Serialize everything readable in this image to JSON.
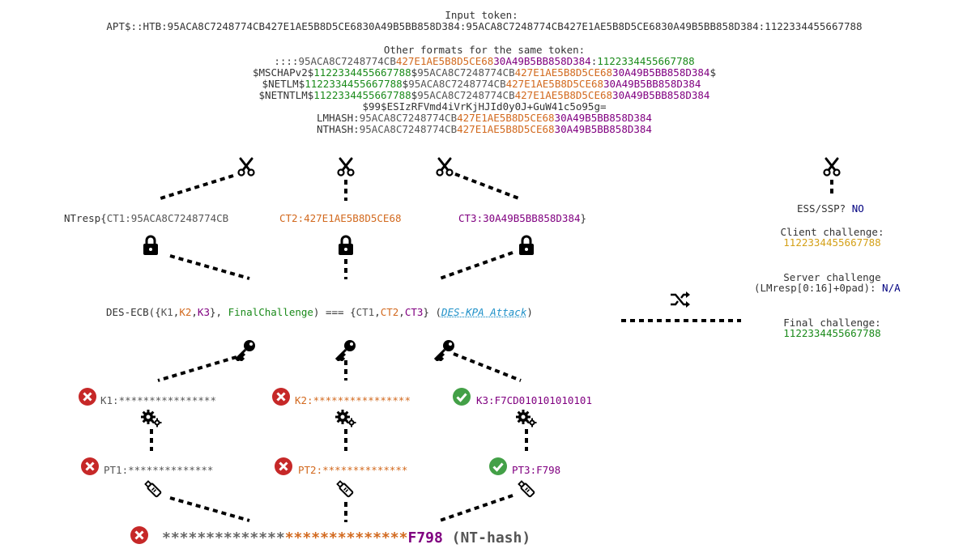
{
  "input": {
    "heading": "Input token:",
    "token": "APT$::HTB:95ACA8C7248774CB427E1AE5B8D5CE6830A49B5BB858D384:95ACA8C7248774CB427E1AE5B8D5CE6830A49B5BB858D384:1122334455667788"
  },
  "formats": {
    "heading": "Other formats for the same token:",
    "line1": {
      "prefix": "::::",
      "p1": "95ACA8C7248774CB",
      "p2": "427E1AE5B8D5CE68",
      "p3": "30A49B5BB858D384",
      "sep": ":",
      "chal": "1122334455667788"
    },
    "line2": {
      "prefix": "$MSCHAPv2$",
      "chal": "1122334455667788",
      "sep": "$",
      "p1": "95ACA8C7248774CB",
      "p2": "427E1AE5B8D5CE68",
      "p3": "30A49B5BB858D384",
      "suffix": "$"
    },
    "line3": {
      "prefix": "$NETLM$",
      "chal": "1122334455667788",
      "sep": "$",
      "p1": "95ACA8C7248774CB",
      "p2": "427E1AE5B8D5CE68",
      "p3": "30A49B5BB858D384"
    },
    "line4": {
      "prefix": "$NETNTLM$",
      "chal": "1122334455667788",
      "sep": "$",
      "p1": "95ACA8C7248774CB",
      "p2": "427E1AE5B8D5CE68",
      "p3": "30A49B5BB858D384"
    },
    "line5": {
      "text": "$99$ESIzRFVmd4iVrKjHJId0y0J+GuW41c5o95g="
    },
    "line6": {
      "prefix": "LMHASH:",
      "p1": "95ACA8C7248774CB",
      "p2": "427E1AE5B8D5CE68",
      "p3": "30A49B5BB858D384"
    },
    "line7": {
      "prefix": "NTHASH:",
      "p1": "95ACA8C7248774CB",
      "p2": "427E1AE5B8D5CE68",
      "p3": "30A49B5BB858D384"
    }
  },
  "ntresp": {
    "label": "NTresp{",
    "ct1": "CT1:95ACA8C7248774CB",
    "ct2": "CT2:427E1AE5B8D5CE68",
    "ct3": "CT3:30A49B5BB858D384",
    "close": "}"
  },
  "des": {
    "pre": "DES-ECB({",
    "k1": "K1",
    "comma1": ",",
    "k2": "K2",
    "comma2": ",",
    "k3": "K3",
    "mid": "}, ",
    "final": "FinalChallenge",
    "eq": ") === {",
    "ct1": "CT1",
    "comma3": ",",
    "ct2": "CT2",
    "comma4": ",",
    "ct3": "CT3",
    "close": "} (",
    "attack": "DES-KPA Attack",
    "end": ")"
  },
  "keys": {
    "k1": {
      "label": "K1:****************",
      "status": "fail"
    },
    "k2": {
      "label": "K2:****************",
      "status": "fail"
    },
    "k3": {
      "label": "K3:F7CD010101010101",
      "status": "ok"
    }
  },
  "plaintexts": {
    "pt1": {
      "label": "PT1:**************",
      "status": "fail"
    },
    "pt2": {
      "label": "PT2:**************",
      "status": "fail"
    },
    "pt3": {
      "label": "PT3:F798",
      "status": "ok"
    }
  },
  "result": {
    "gray": "**************",
    "orange": "**************",
    "purple": "F798",
    "suffix": " (NT-hash)",
    "status": "fail"
  },
  "side": {
    "ess_label": "ESS/SSP?",
    "ess_value": "NO",
    "client_label": "Client challenge:",
    "client_value": "1122334455667788",
    "server_label": "Server challenge",
    "server_sub": "(LMresp[0:16]+0pad):",
    "server_value": "N/A",
    "final_label": "Final challenge:",
    "final_value": "1122334455667788"
  },
  "colors": {
    "orange": "#d2691e",
    "purple": "#800080",
    "green": "#1a8a1a",
    "gold": "#d4a017",
    "navy": "#000080",
    "fail": "#c62828",
    "ok": "#43a047"
  }
}
